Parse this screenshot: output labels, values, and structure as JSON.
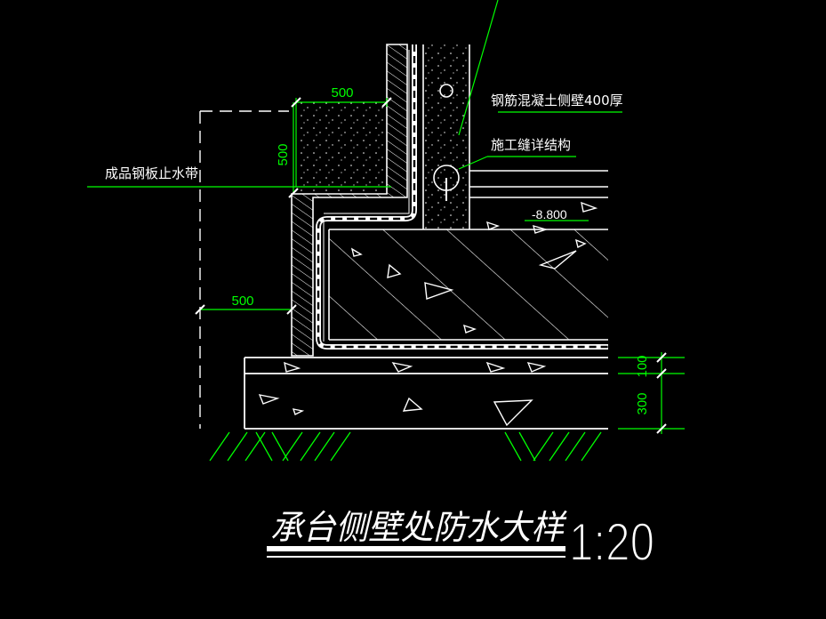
{
  "drawing": {
    "title": "承台侧壁处防水大样",
    "scale": "1:20",
    "labels": {
      "wall": "钢筋混凝土侧壁400厚",
      "joint": "施工缝详结构",
      "waterstop": "成品钢板止水带",
      "elevation": "-8.800"
    },
    "dimensions": {
      "top_width": "500",
      "top_height": "500",
      "side_width": "500",
      "layer_upper": "100",
      "layer_lower": "300"
    }
  },
  "colors": {
    "background": "#000000",
    "line": "#ffffff",
    "dimension": "#00ff00"
  }
}
